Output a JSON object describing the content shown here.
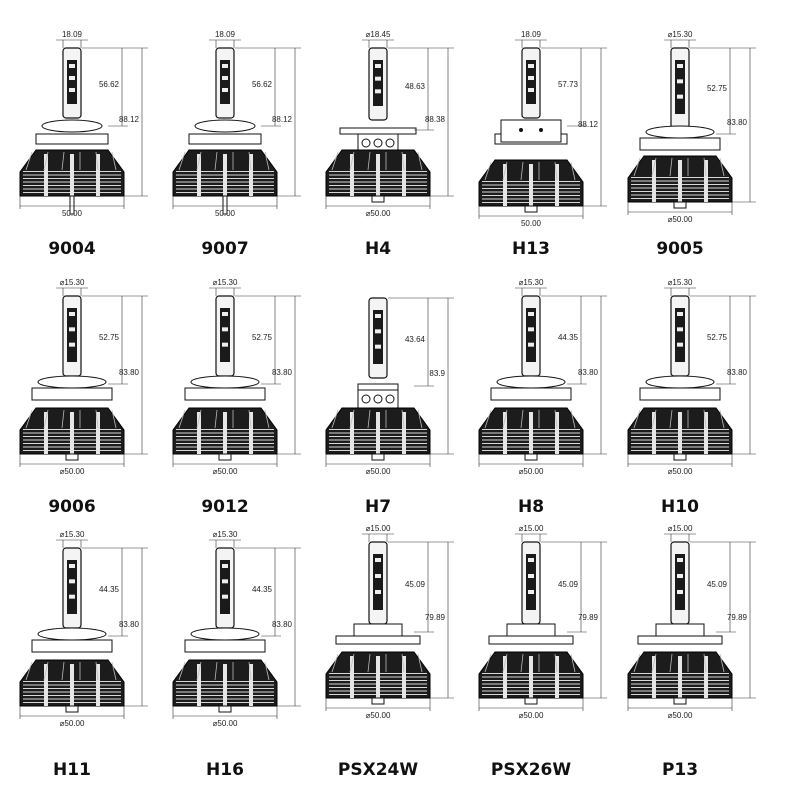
{
  "bulbs": [
    {
      "label": "9004",
      "style": "twist",
      "dims": {
        "top": "18.09",
        "mid": "56.62",
        "total": "88.12",
        "base": "50.00"
      }
    },
    {
      "label": "9007",
      "style": "twist",
      "dims": {
        "top": "18.09",
        "mid": "56.62",
        "total": "88.12",
        "base": "50.00"
      }
    },
    {
      "label": "H4",
      "style": "h4",
      "dims": {
        "top": "⌀18.45",
        "mid": "48.63",
        "total": "88.38",
        "base": "⌀50.00"
      }
    },
    {
      "label": "H13",
      "style": "h13",
      "dims": {
        "top": "18.09",
        "mid": "57.73",
        "total": "88.12",
        "base": "50.00"
      }
    },
    {
      "label": "9005",
      "style": "collar",
      "dims": {
        "top": "⌀15.30",
        "mid": "52.75",
        "total": "83.80",
        "base": "⌀50.00"
      }
    },
    {
      "label": "9006",
      "style": "collar",
      "dims": {
        "top": "⌀15.30",
        "mid": "52.75",
        "total": "83.80",
        "base": "⌀50.00"
      }
    },
    {
      "label": "9012",
      "style": "collar",
      "dims": {
        "top": "⌀15.30",
        "mid": "52.75",
        "total": "83.80",
        "base": "⌀50.00"
      }
    },
    {
      "label": "H7",
      "style": "h7",
      "dims": {
        "top": "",
        "mid": "43.64",
        "total": "83.9",
        "base": "⌀50.00"
      }
    },
    {
      "label": "H8",
      "style": "hflange",
      "dims": {
        "top": "⌀15.30",
        "mid": "44.35",
        "total": "83.80",
        "base": "⌀50.00"
      }
    },
    {
      "label": "H10",
      "style": "collar",
      "dims": {
        "top": "⌀15.30",
        "mid": "52.75",
        "total": "83.80",
        "base": "⌀50.00"
      }
    },
    {
      "label": "H11",
      "style": "hflange",
      "dims": {
        "top": "⌀15.30",
        "mid": "44.35",
        "total": "83.80",
        "base": "⌀50.00"
      }
    },
    {
      "label": "H16",
      "style": "hflange",
      "dims": {
        "top": "⌀15.30",
        "mid": "44.35",
        "total": "83.80",
        "base": "⌀50.00"
      }
    },
    {
      "label": "PSX24W",
      "style": "psx",
      "dims": {
        "top": "⌀15.00",
        "mid": "45.09",
        "total": "79.89",
        "base": "⌀50.00"
      }
    },
    {
      "label": "PSX26W",
      "style": "psx",
      "dims": {
        "top": "⌀15.00",
        "mid": "45.09",
        "total": "79.89",
        "base": "⌀50.00"
      }
    },
    {
      "label": "P13",
      "style": "psx",
      "dims": {
        "top": "⌀15.00",
        "mid": "45.09",
        "total": "79.89",
        "base": "⌀50.00"
      }
    }
  ]
}
